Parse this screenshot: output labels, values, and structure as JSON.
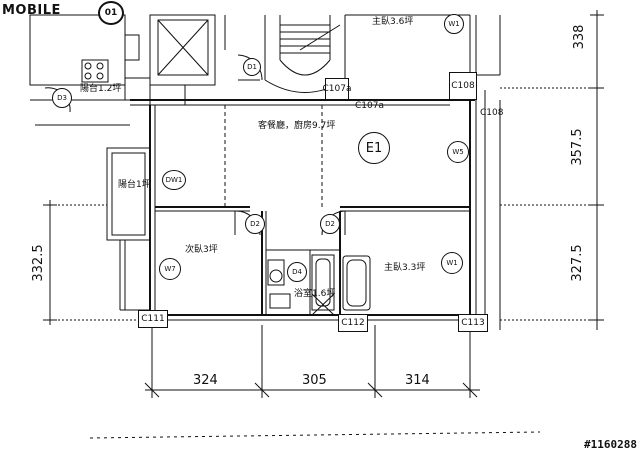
{
  "watermark": {
    "brand": "MOBILE",
    "badge": "01",
    "listing_id": "#1160288"
  },
  "plan_label": "E1",
  "rooms": {
    "master_top": "主臥3.6坪",
    "balcony_top": "陽台1.2坪",
    "living": "客餐廳，廚房9.7坪",
    "balcony_left": "陽台1坪",
    "second_bedroom": "次臥3坪",
    "bath": "浴室1.6坪",
    "master_bottom": "主臥3.3坪"
  },
  "columns": [
    "C107a",
    "C108",
    "C111",
    "C112",
    "C113"
  ],
  "doors": [
    "D1",
    "D2",
    "D2",
    "D3",
    "D4",
    "DW1"
  ],
  "windows": [
    "W1",
    "W5",
    "W7",
    "W1"
  ],
  "dimensions": {
    "right": [
      "338",
      "357.5",
      "327.5"
    ],
    "left": [
      "332.5"
    ],
    "bottom": [
      "324",
      "305",
      "314"
    ]
  }
}
